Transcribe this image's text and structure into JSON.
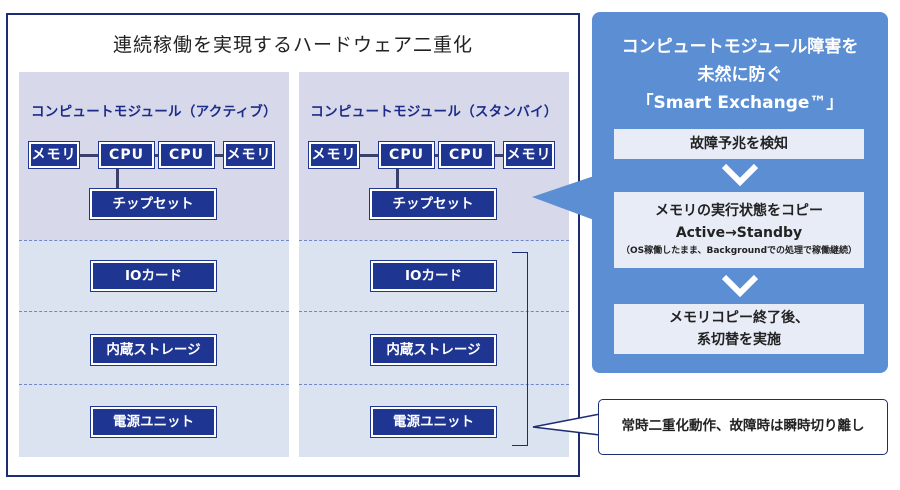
{
  "diagram": {
    "title": "連続稼働を実現するハードウェア二重化",
    "modules": [
      {
        "title": "コンピュートモジュール（アクティブ）",
        "memory_left": "メモリ",
        "cpu_1": "CPU",
        "cpu_2": "CPU",
        "memory_right": "メモリ",
        "chipset": "チップセット",
        "io_card": "IOカード",
        "storage": "内蔵ストレージ",
        "power": "電源ユニット"
      },
      {
        "title": "コンピュートモジュール（スタンバイ）",
        "memory_left": "メモリ",
        "cpu_1": "CPU",
        "cpu_2": "CPU",
        "memory_right": "メモリ",
        "chipset": "チップセット",
        "io_card": "IOカード",
        "storage": "内蔵ストレージ",
        "power": "電源ユニット"
      }
    ],
    "callout_note": "常時二重化動作、故障時は瞬時切り離し"
  },
  "panel": {
    "title_lines": [
      "コンピュートモジュール障害を",
      "未然に防ぐ",
      "「Smart Exchange™」"
    ],
    "steps": [
      {
        "line1": "故障予兆を検知"
      },
      {
        "line1": "メモリの実行状態をコピー",
        "line2": "Active→Standby",
        "line3": "（OS稼働したまま、Backgroundでの処理で稼働継続）"
      },
      {
        "line1": "メモリコピー終了後、",
        "line2": "系切替を実施"
      }
    ]
  },
  "colors": {
    "frame": "#1c2d73",
    "chip": "#1f3592",
    "module_bg": "#dbe3f1",
    "panel": "#5b8ed3",
    "step_bg": "#e8ecf7"
  }
}
